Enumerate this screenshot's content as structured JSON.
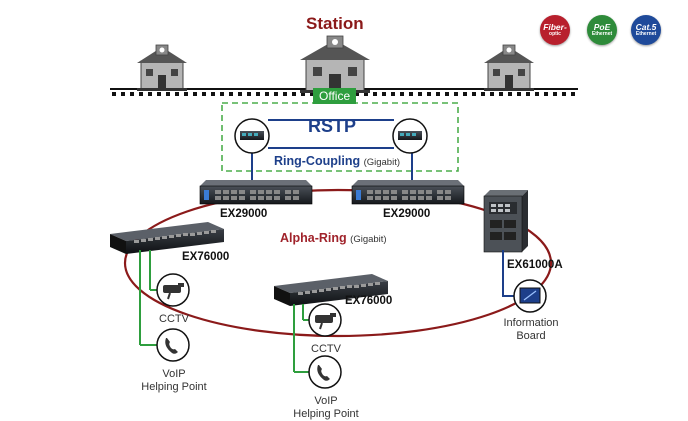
{
  "title": "Station",
  "office_label": "Office",
  "rstp_label": "RSTP",
  "ring_coupling": {
    "label": "Ring-Coupling",
    "note": "(Gigabit)"
  },
  "alpha_ring": {
    "label": "Alpha-Ring",
    "note": "(Gigabit)"
  },
  "devices": {
    "ex29000_left": "EX29000",
    "ex29000_right": "EX29000",
    "ex76000_left": "EX76000",
    "ex76000_center": "EX76000",
    "ex61000a": "EX61000A"
  },
  "endpoints": {
    "cctv_left": "CCTV",
    "voip_left_line1": "VoIP",
    "voip_left_line2": "Helping Point",
    "cctv_center": "CCTV",
    "voip_center_line1": "VoIP",
    "voip_center_line2": "Helping Point",
    "info_line1": "Information",
    "info_line2": "Board"
  },
  "badges": [
    {
      "line1": "Fiber-",
      "line2": "optic",
      "color": "#b8202d"
    },
    {
      "line1": "PoE",
      "line2": "Ethernet",
      "color": "#2e8b3a"
    },
    {
      "line1": "Cat.5",
      "line2": "Ethernet",
      "color": "#1f4a9a"
    }
  ],
  "colors": {
    "ring": "#8b1a1a",
    "link": "#1d3f8a",
    "dashed_box": "#4cae4c",
    "accent_green": "#2e9e3e"
  },
  "icons": [
    "building-icon",
    "switch-icon",
    "camera-icon",
    "phone-icon",
    "monitor-icon"
  ]
}
